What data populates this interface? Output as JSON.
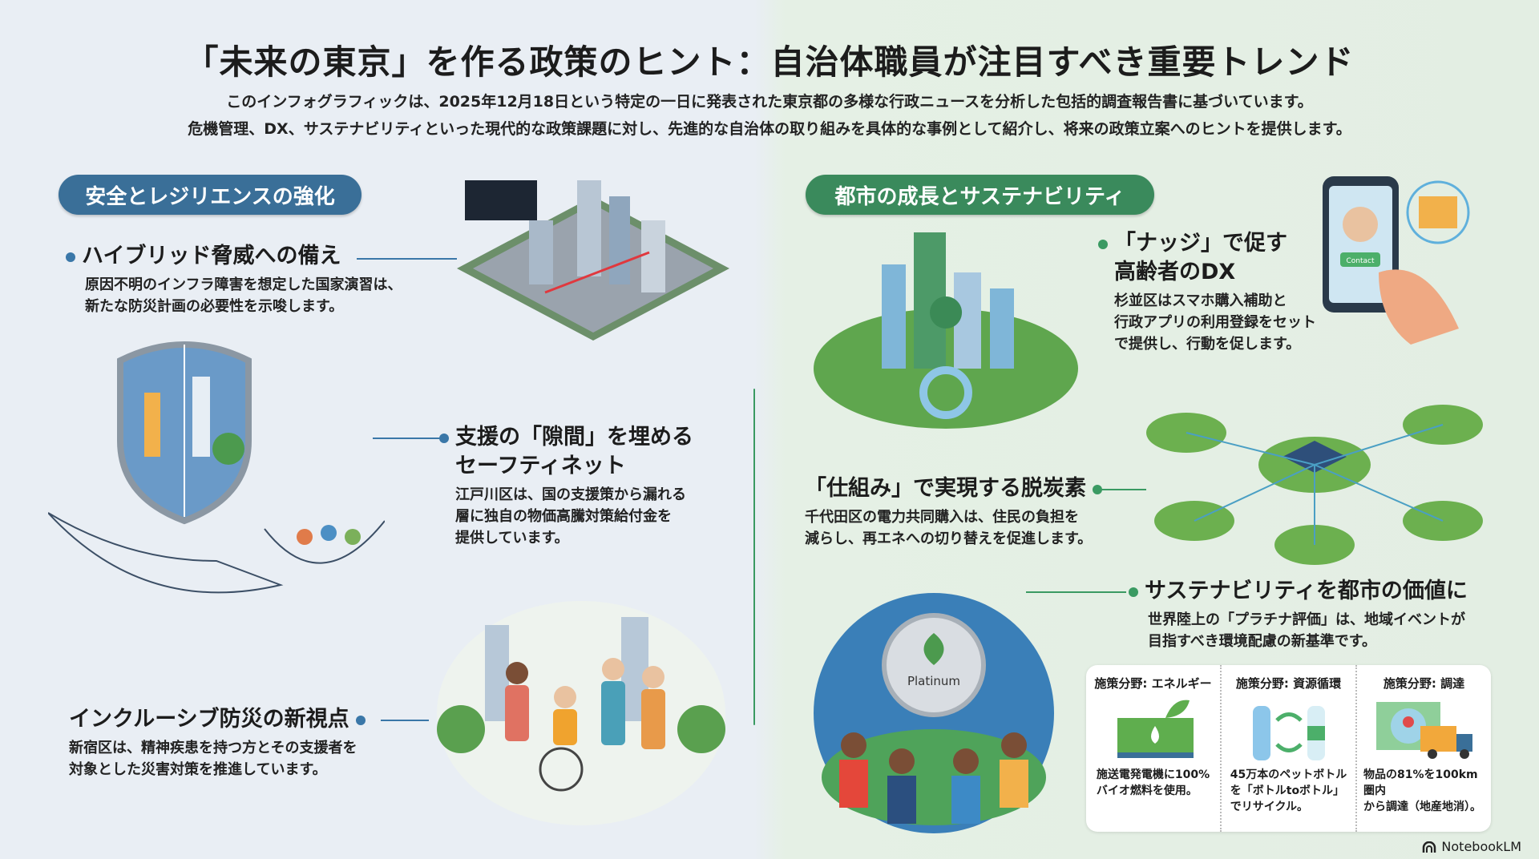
{
  "title": "「未来の東京」を作る政策のヒント：自治体職員が注目すべき重要トレンド",
  "subtitle": [
    "このインフォグラフィックは、2025年12月18日という特定の一日に発表された東京都の多様な行政ニュースを分析した包括的調査報告書に基づいています。",
    "危機管理、DX、サステナビリティといった現代的な政策課題に対し、先進的な自治体の取り組みを具体的な事例として紹介し、将来の政策立案へのヒントを提供します。"
  ],
  "left": {
    "section": "安全とレジリエンスの強化",
    "items": [
      {
        "title": "ハイブリッド脅威への備え",
        "desc": [
          "原因不明のインフラ障害を想定した国家演習は、",
          "新たな防災計画の必要性を示唆します。"
        ]
      },
      {
        "title": [
          "支援の「隙間」を埋める",
          "セーフティネット"
        ],
        "desc": [
          "江戸川区は、国の支援策から漏れる",
          "層に独自の物価高騰対策給付金を",
          "提供しています。"
        ]
      },
      {
        "title": "インクルーシブ防災の新視点",
        "desc": [
          "新宿区は、精神疾患を持つ方とその支援者を",
          "対象とした災害対策を推進しています。"
        ]
      }
    ]
  },
  "right": {
    "section": "都市の成長とサステナビリティ",
    "items": [
      {
        "title": [
          "「ナッジ」で促す",
          "高齢者のDX"
        ],
        "desc": [
          "杉並区はスマホ購入補助と",
          "行政アプリの利用登録をセット",
          "で提供し、行動を促します。"
        ]
      },
      {
        "title": "「仕組み」で実現する脱炭素",
        "desc": [
          "千代田区の電力共同購入は、住民の負担を",
          "減らし、再エネへの切り替えを促進します。"
        ]
      },
      {
        "title": "サステナビリティを都市の価値に",
        "desc": [
          "世界陸上の「プラチナ評価」は、地域イベントが",
          "目指すべき環境配慮の新基準です。"
        ]
      }
    ]
  },
  "card": [
    {
      "head": "施策分野: エネルギー",
      "desc": [
        "施送電発電機に100%",
        "バイオ燃料を使用。"
      ],
      "icon": "generator-icon"
    },
    {
      "head": "施策分野: 資源循環",
      "desc": [
        "45万本のペットボトル",
        "を「ボトルtoボトル」",
        "でリサイクル。"
      ],
      "icon": "bottle-recycle-icon"
    },
    {
      "head": "施策分野: 調達",
      "desc": [
        "物品の81%を100km圏内",
        "から調達（地産地消）。"
      ],
      "icon": "map-truck-icon"
    }
  ],
  "badge": "Platinum",
  "phone_button": "Contact",
  "brand": "NotebookLM",
  "colors": {
    "blue": "#3a6f98",
    "green": "#3a8a5c"
  }
}
